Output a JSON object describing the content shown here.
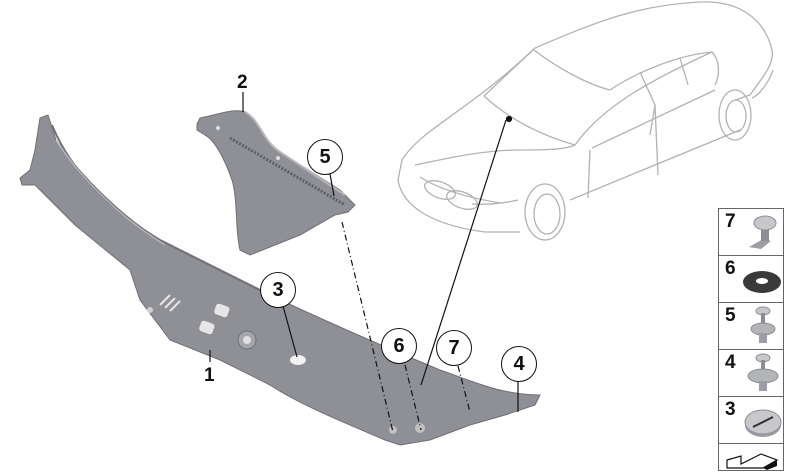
{
  "diagram": {
    "type": "parts-exploded-view",
    "subject": "Cowl panel / windshield cover trim with fasteners",
    "plain_labels": [
      {
        "id": "1",
        "text": "1"
      },
      {
        "id": "2",
        "text": "2"
      }
    ],
    "callouts": [
      {
        "id": "3",
        "text": "3"
      },
      {
        "id": "4",
        "text": "4"
      },
      {
        "id": "5",
        "text": "5"
      },
      {
        "id": "6",
        "text": "6"
      },
      {
        "id": "7",
        "text": "7"
      }
    ],
    "legend": [
      {
        "num": "7",
        "part": "clip-with-tab"
      },
      {
        "num": "6",
        "part": "rubber-grommet-washer"
      },
      {
        "num": "5",
        "part": "expanding-rivet"
      },
      {
        "num": "4",
        "part": "expanding-rivet-large"
      },
      {
        "num": "3",
        "part": "plug-cap"
      },
      {
        "num": "",
        "part": "section-icon"
      }
    ],
    "colors": {
      "part_gray": "#8f9096",
      "part_dark": "#6f7076",
      "part_light": "#b6b7bc",
      "outline": "#a9a9a9",
      "ink": "#111111"
    }
  }
}
